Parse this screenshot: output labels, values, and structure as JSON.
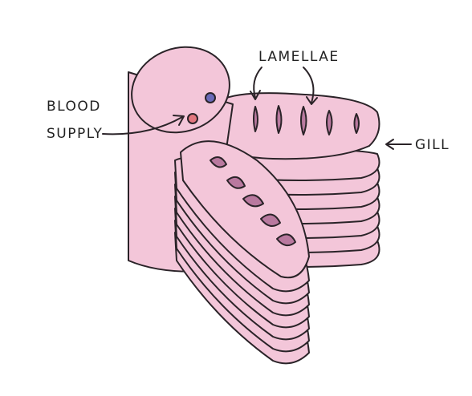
{
  "labels": {
    "lamellae": "LAMELLAE",
    "gill": "GILL",
    "blood_line1": "BLOOD",
    "blood_line2": "SUPPLY"
  },
  "colors": {
    "tissue": "#f3c6d9",
    "tissue_shade": "#efb9cf",
    "lamella_slot": "#b9799f",
    "vessel_blue": "#6a6ab8",
    "vessel_red": "#e2777f",
    "outline": "#2a2328"
  }
}
